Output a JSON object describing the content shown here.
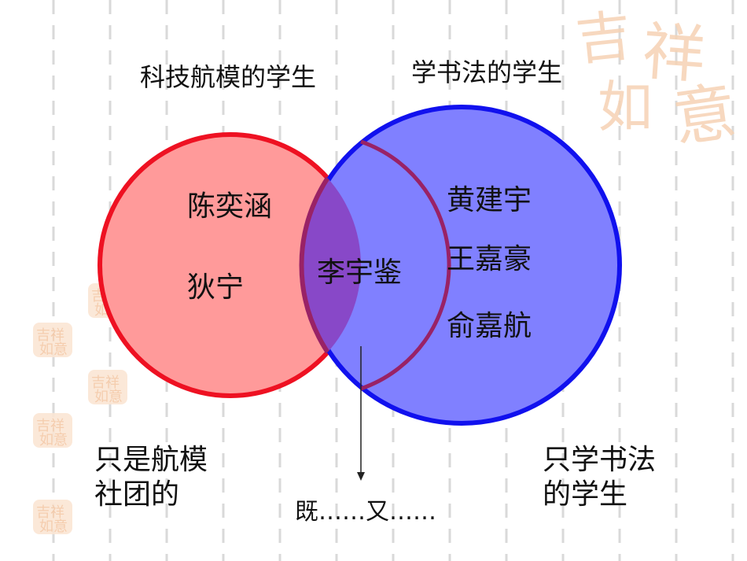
{
  "colors": {
    "left_fill": "#ff9a9a",
    "left_stroke": "#ee1122",
    "right_fill": "#8080ff",
    "right_stroke": "#1111ee",
    "overlap_fill": "#8848c8",
    "overlap_stroke": "#992266",
    "dash": "#d9d9d9",
    "decor": "#f6d2b4"
  },
  "diagram": {
    "left_set": {
      "title": "科技航模的学生",
      "members": [
        "陈奕涵",
        "狄宁"
      ]
    },
    "right_set": {
      "title": "学书法的学生",
      "members": [
        "黄建宇",
        "王嘉豪",
        "俞嘉航"
      ]
    },
    "intersection": {
      "members": [
        "李宇鉴"
      ],
      "caption": "既……又……"
    },
    "left_only_note": [
      "只是航模",
      "社团的"
    ],
    "right_only_note": [
      "只学书法",
      "的学生"
    ]
  },
  "decorations": {
    "watermark_icon": "auspicious-seal-icon"
  }
}
